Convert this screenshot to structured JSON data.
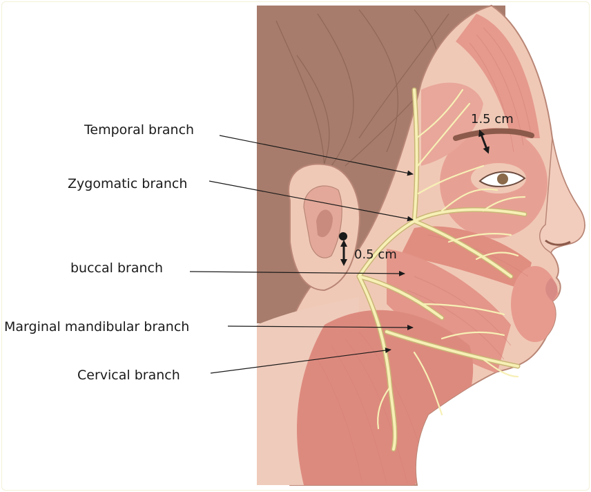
{
  "labels": {
    "temporal": "Temporal branch",
    "zygomatic": "Zygomatic branch",
    "buccal": "buccal branch",
    "marginal": "Marginal mandibular branch",
    "cervical": "Cervical branch"
  },
  "measurements": {
    "upper": "1.5 cm",
    "lower": "0.5 cm"
  },
  "colors": {
    "hair": "#a77c6c",
    "skin": "#f0c9b6",
    "muscle": "#e59a8d",
    "nerve": "#f7f0b6"
  }
}
